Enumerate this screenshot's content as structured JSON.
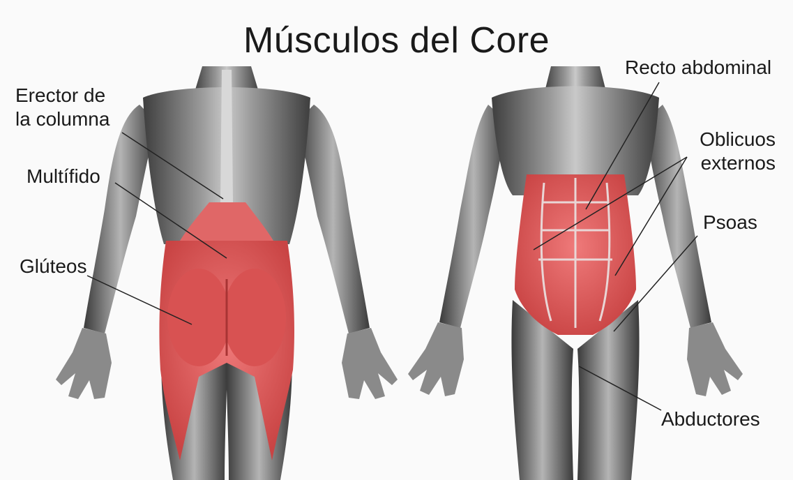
{
  "title": "Músculos del Core",
  "labels": {
    "erector_line1": "Erector de",
    "erector_line2": "la columna",
    "multifido": "Multífido",
    "gluteos": "Glúteos",
    "recto_abdominal": "Recto abdominal",
    "oblicuos_line1": "Oblicuos",
    "oblicuos_line2": "externos",
    "psoas": "Psoas",
    "abductores": "Abductores"
  },
  "colors": {
    "highlight": "#e05a5a",
    "highlight_dark": "#c63f3f",
    "muscle_light": "#bdbdbd",
    "muscle_dark": "#4a4a4a",
    "background": "#fafafa"
  }
}
